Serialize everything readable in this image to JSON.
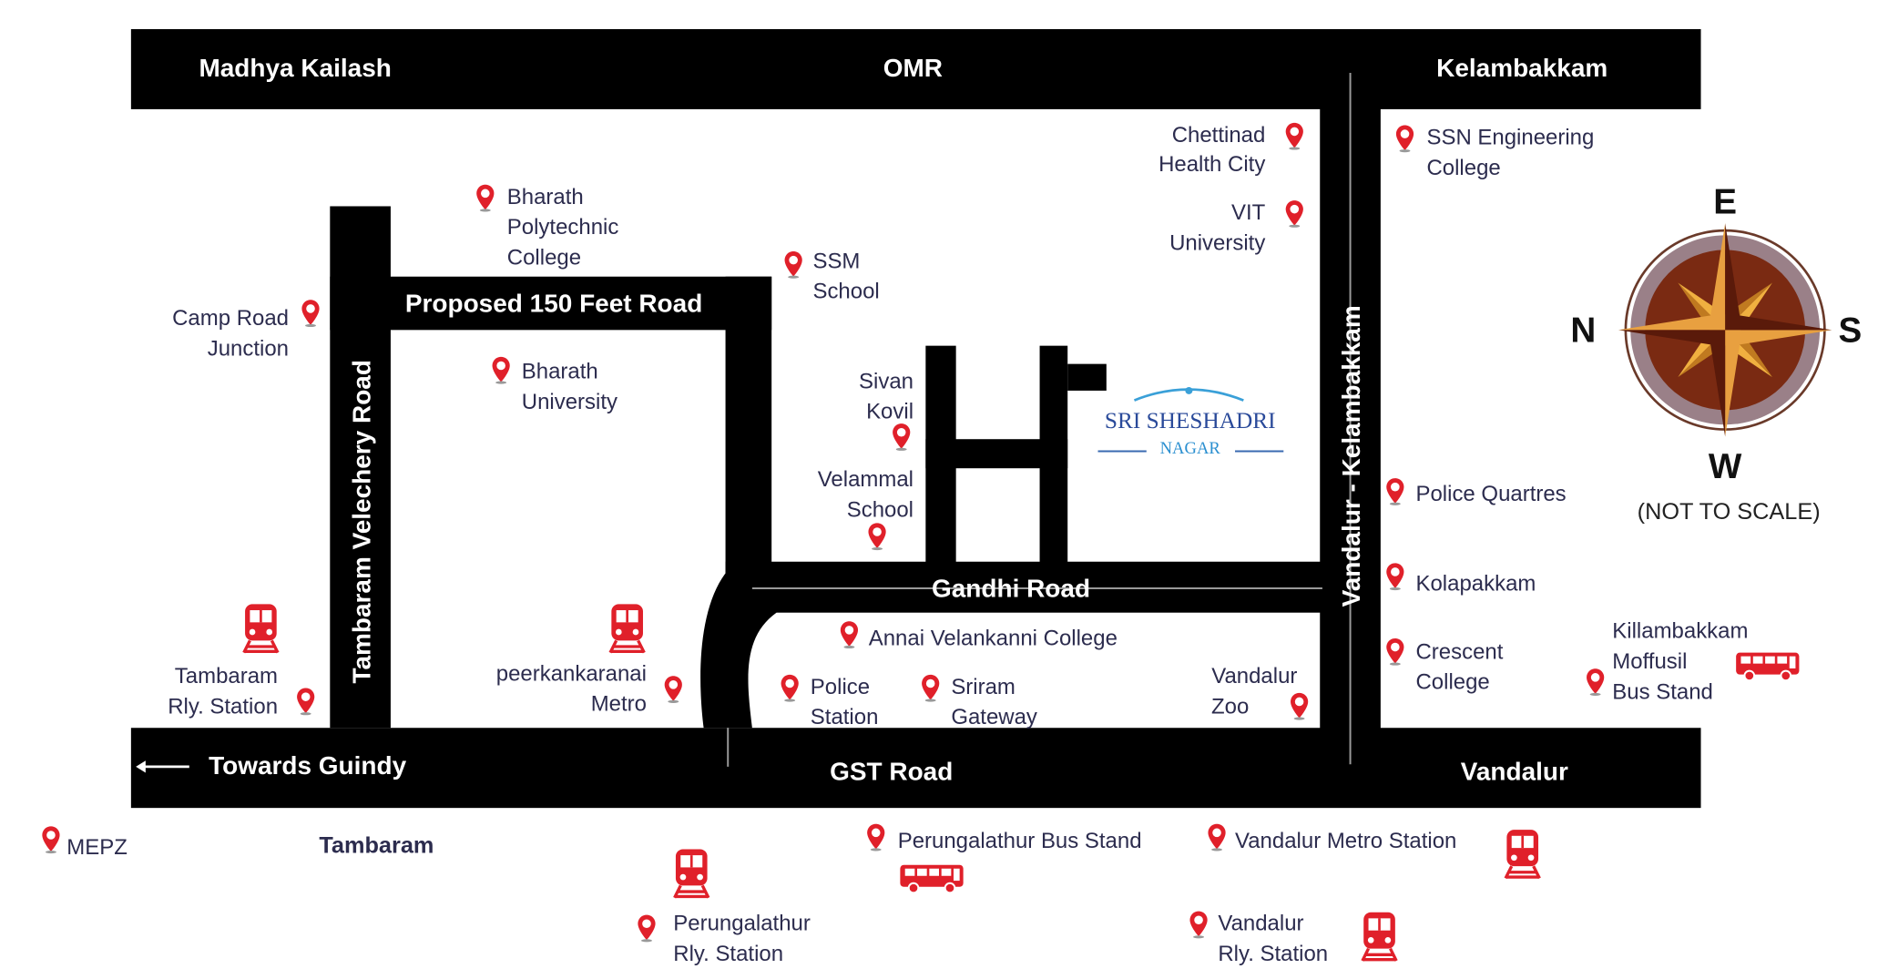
{
  "colors": {
    "road": "#000000",
    "pin": "#e0202a",
    "text": "#2c2c4e",
    "compass_dark": "#5a1a0a",
    "compass_light": "#e8a040"
  },
  "roads": {
    "madhya_kailash": "Madhya Kailash",
    "omr": "OMR",
    "kelambakkam": "Kelambakkam",
    "proposed": "Proposed 150 Feet Road",
    "tambaram_velechery": "Tambaram Velechery Road",
    "gandhi": "Gandhi Road",
    "vandalur_kelambakkam": "Vandalur - Kelambakkam",
    "towards_guindy": "Towards Guindy",
    "gst": "GST Road",
    "vandalur": "Vandalur"
  },
  "logo": {
    "line1": "SRI SHESHADRI",
    "line2": "NAGAR"
  },
  "places": [
    {
      "lines": [
        "Chettinad",
        "Health City"
      ]
    },
    {
      "lines": [
        "VIT",
        "University"
      ]
    },
    {
      "lines": [
        "SSN Engineering",
        "College"
      ]
    },
    {
      "lines": [
        "Bharath",
        "Polytechnic",
        "College"
      ]
    },
    {
      "lines": [
        "SSM",
        "School"
      ]
    },
    {
      "lines": [
        "Camp Road",
        "Junction"
      ]
    },
    {
      "lines": [
        "Bharath",
        "University"
      ]
    },
    {
      "lines": [
        "Sivan",
        "Kovil"
      ]
    },
    {
      "lines": [
        "Velammal",
        "School"
      ]
    },
    {
      "lines": [
        "Police Quartres"
      ]
    },
    {
      "lines": [
        "Kolapakkam"
      ]
    },
    {
      "lines": [
        "Crescent",
        "College"
      ]
    },
    {
      "lines": [
        "Killambakkam",
        "Moffusil",
        "Bus Stand"
      ]
    },
    {
      "lines": [
        "Annai Velankanni College"
      ]
    },
    {
      "lines": [
        "Police",
        "Station"
      ]
    },
    {
      "lines": [
        "Sriram",
        "Gateway"
      ]
    },
    {
      "lines": [
        "Vandalur",
        "Zoo"
      ]
    },
    {
      "lines": [
        "Tambaram",
        "Rly. Station"
      ]
    },
    {
      "lines": [
        "peerkankaranai",
        "Metro"
      ]
    },
    {
      "lines": [
        "MEPZ"
      ]
    },
    {
      "lines": [
        "Tambaram"
      ]
    },
    {
      "lines": [
        "Perungalathur Bus Stand"
      ]
    },
    {
      "lines": [
        "Vandalur Metro Station"
      ]
    },
    {
      "lines": [
        "Perungalathur",
        "Rly. Station"
      ]
    },
    {
      "lines": [
        "Vandalur",
        "Rly. Station"
      ]
    }
  ],
  "compass": {
    "e": "E",
    "n": "N",
    "s": "S",
    "w": "W",
    "note": "(NOT TO SCALE)"
  }
}
